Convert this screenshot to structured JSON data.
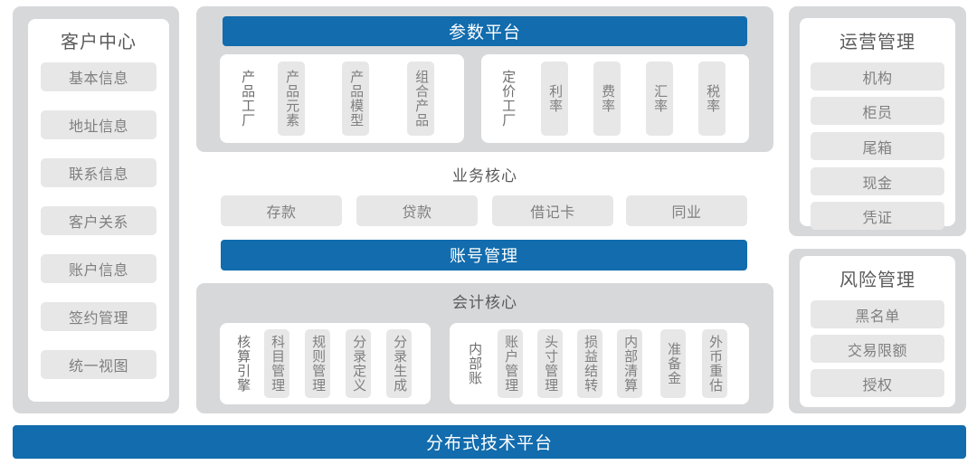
{
  "colors": {
    "accent_blue": "#126CAD",
    "panel_gray": "#D6D8DA",
    "pill_gray": "#E7E7E7",
    "pill_text": "#7F7F7F",
    "title_text": "#5B5B5B",
    "panel_white": "#FFFFFF"
  },
  "left_column": {
    "title": "客户中心",
    "items": [
      {
        "label": "基本信息"
      },
      {
        "label": "地址信息"
      },
      {
        "label": "联系信息"
      },
      {
        "label": "客户关系"
      },
      {
        "label": "账户信息"
      },
      {
        "label": "签约管理"
      },
      {
        "label": "统一视图"
      }
    ]
  },
  "center_column": {
    "parameter_platform": {
      "banner": "参数平台",
      "groups": [
        {
          "label": "产品工厂",
          "items": [
            {
              "label": "产品元素"
            },
            {
              "label": "产品模型"
            },
            {
              "label": "组合产品"
            }
          ]
        },
        {
          "label": "定价工厂",
          "items": [
            {
              "label": "利率"
            },
            {
              "label": "费率"
            },
            {
              "label": "汇率"
            },
            {
              "label": "税率"
            }
          ]
        }
      ]
    },
    "business_core": {
      "title": "业务核心",
      "items": [
        {
          "label": "存款"
        },
        {
          "label": "贷款"
        },
        {
          "label": "借记卡"
        },
        {
          "label": "同业"
        }
      ]
    },
    "account_management": {
      "banner": "账号管理"
    },
    "accounting_core": {
      "title": "会计核心",
      "groups": [
        {
          "label": "核算引擎",
          "items": [
            {
              "label": "科目管理"
            },
            {
              "label": "规则管理"
            },
            {
              "label": "分录定义"
            },
            {
              "label": "分录生成"
            }
          ]
        },
        {
          "label": "内部账",
          "items": [
            {
              "label": "账户管理"
            },
            {
              "label": "头寸管理"
            },
            {
              "label": "损益结转"
            },
            {
              "label": "内部清算"
            },
            {
              "label": "准备金"
            },
            {
              "label": "外币重估"
            }
          ]
        }
      ]
    }
  },
  "right_column": {
    "operations": {
      "title": "运营管理",
      "items": [
        {
          "label": "机构"
        },
        {
          "label": "柜员"
        },
        {
          "label": "尾箱"
        },
        {
          "label": "现金"
        },
        {
          "label": "凭证"
        }
      ]
    },
    "risk": {
      "title": "风险管理",
      "items": [
        {
          "label": "黑名单"
        },
        {
          "label": "交易限额"
        },
        {
          "label": "授权"
        }
      ]
    }
  },
  "footer": {
    "banner": "分布式技术平台"
  }
}
